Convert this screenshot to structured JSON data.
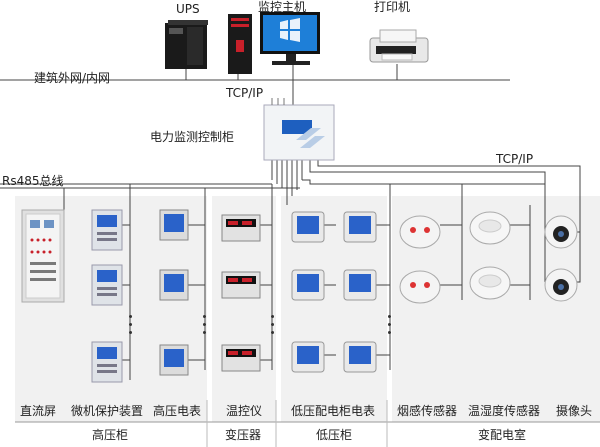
{
  "top": {
    "ups": "UPS",
    "host": "监控主机",
    "printer": "打印机",
    "network": "建筑外网/内网",
    "tcpip_top": "TCP/IP",
    "cabinet": "电力监测控制柜",
    "tcpip_right": "TCP/IP",
    "rs485": "Rs485总线"
  },
  "devices": {
    "dc_screen": "直流屏",
    "protection": "微机保护装置",
    "hv_meter": "高压电表",
    "temp_ctrl": "温控仪",
    "lv_meter": "低压配电柜电表",
    "smoke": "烟感传感器",
    "humidity": "温湿度传感器",
    "camera": "摄像头"
  },
  "groups": {
    "hv_cabinet": "高压柜",
    "transformer": "变压器",
    "lv_cabinet": "低压柜",
    "substation": "变配电室"
  },
  "colors": {
    "line": "#444444",
    "panel": "#f1f1f1",
    "screen_blue": "#2a62c9",
    "accent_red": "#c8202a",
    "window_blue": "#1e7fd8"
  }
}
